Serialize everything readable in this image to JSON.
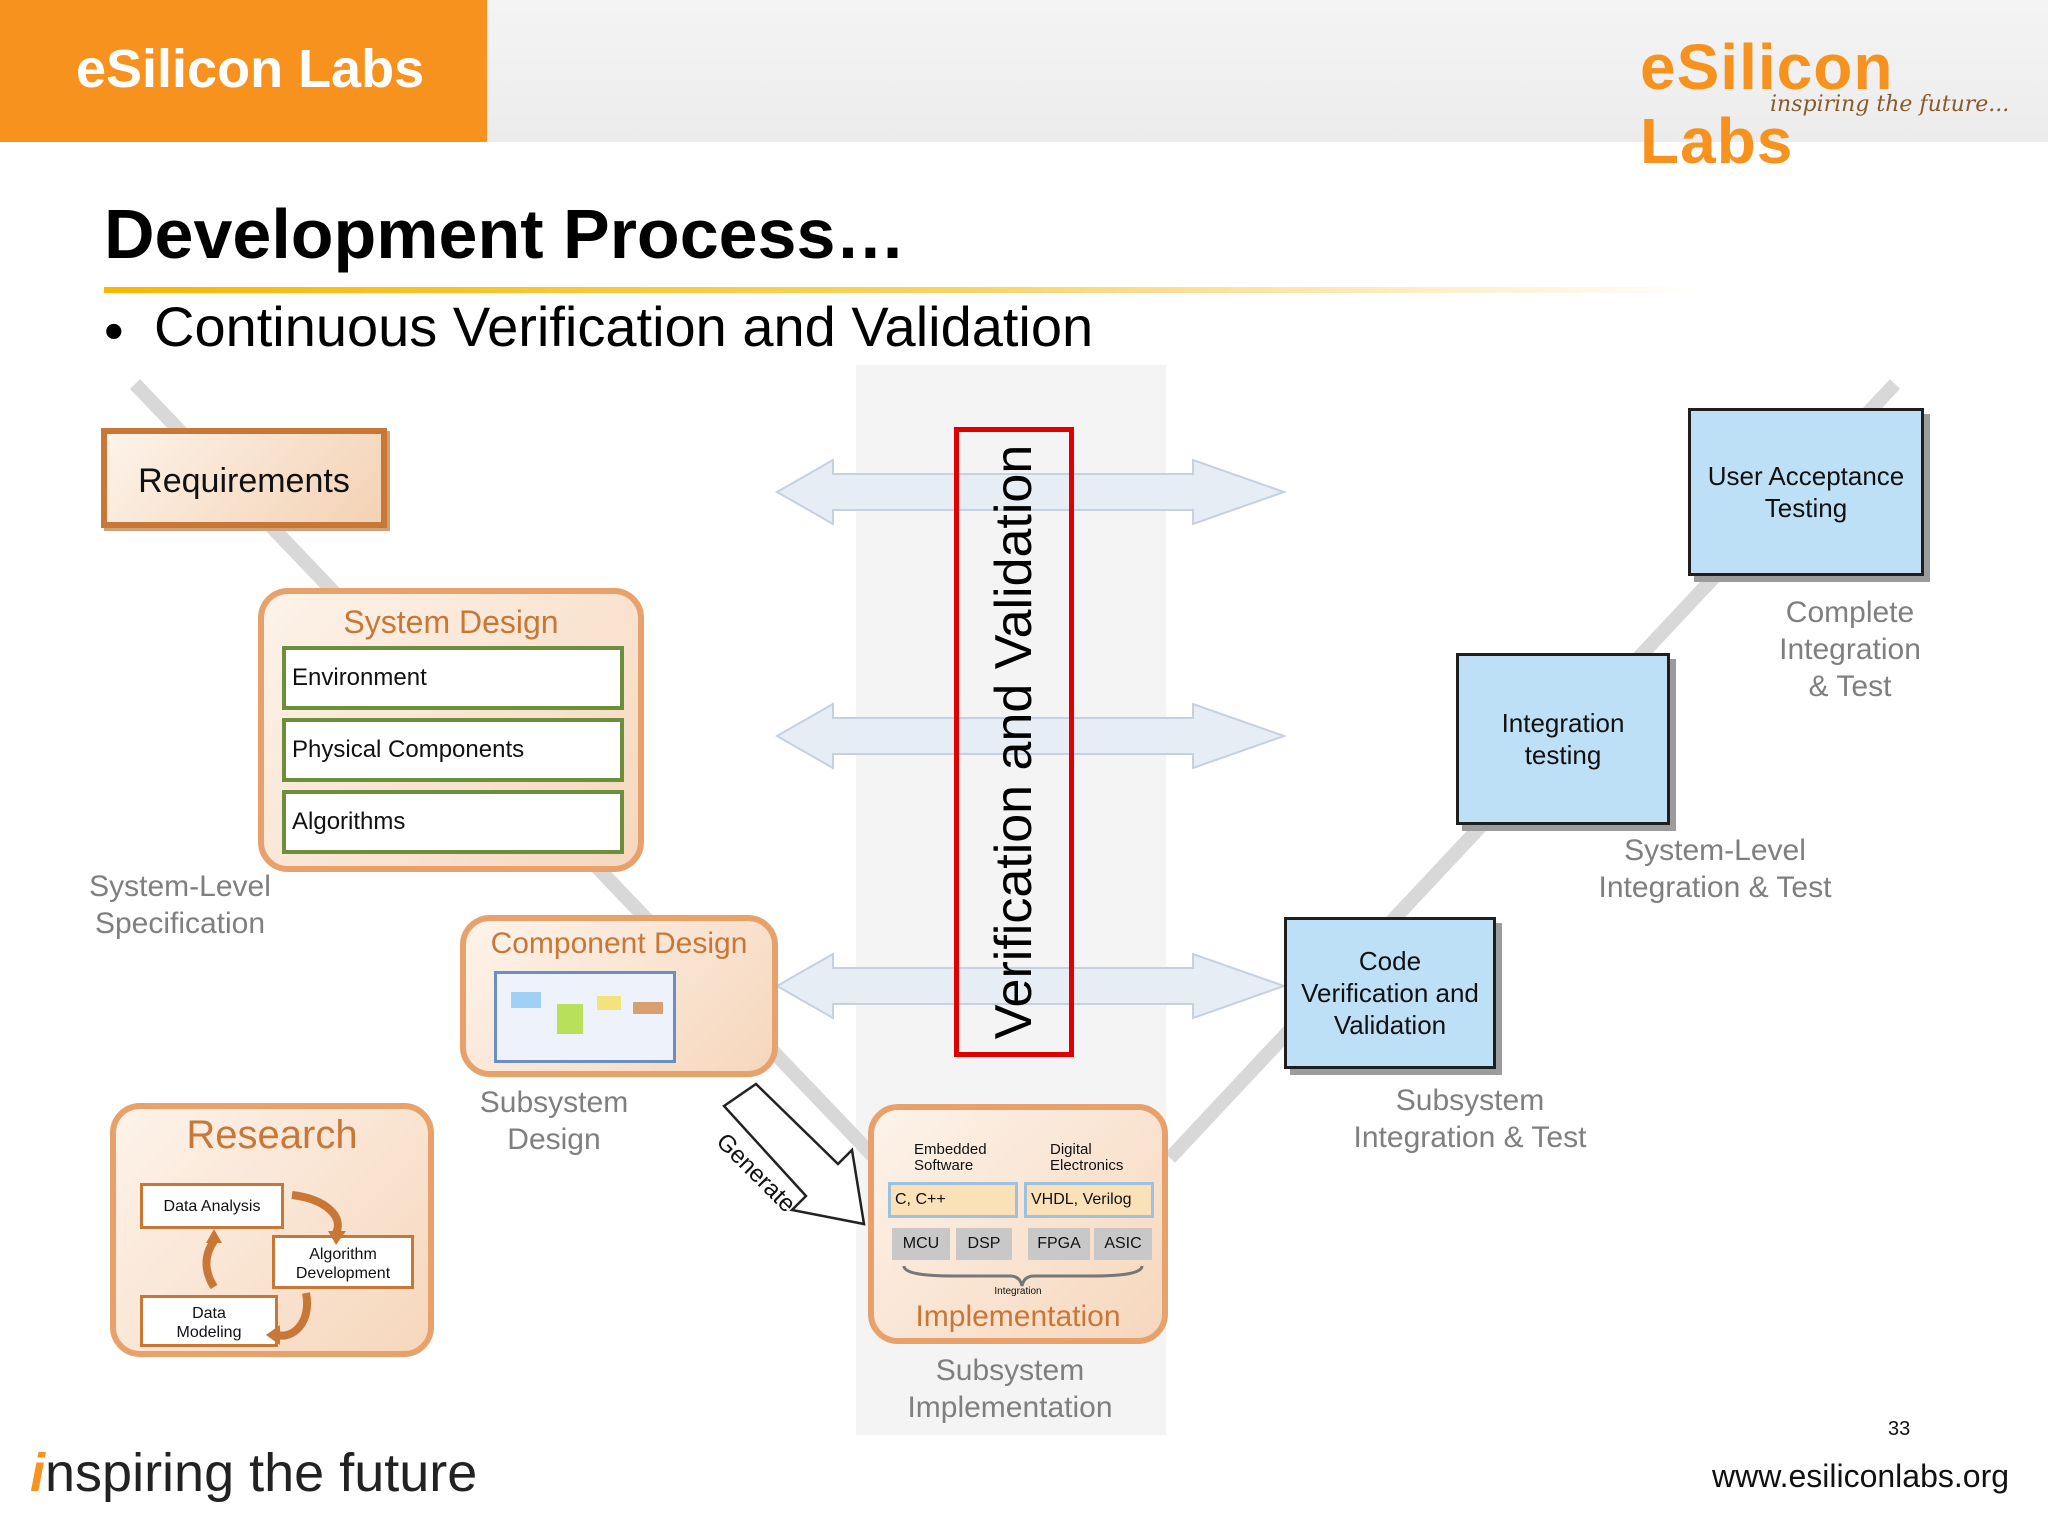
{
  "header": {
    "brand": "eSilicon Labs",
    "logo_name": "eSilicon Labs",
    "logo_tagline": "inspiring the future..."
  },
  "slide": {
    "title": "Development Process…",
    "bullet": "Continuous Verification and Validation"
  },
  "diagram": {
    "requirements": "Requirements",
    "system_design": {
      "title": "System Design",
      "rows": [
        "Environment",
        "Physical Components",
        "Algorithms"
      ],
      "caption": "System-Level\nSpecification"
    },
    "component_design": {
      "title": "Component Design",
      "caption": "Subsystem\nDesign"
    },
    "generate": "Generate",
    "research": {
      "title": "Research",
      "items": [
        "Data Analysis",
        "Algorithm\nDevelopment",
        "Data\nModeling"
      ]
    },
    "implementation": {
      "title": "Implementation",
      "left_header": "Embedded\nSoftware",
      "right_header": "Digital\nElectronics",
      "left_lang": "C, C++",
      "right_lang": "VHDL, Verilog",
      "chips": [
        "MCU",
        "DSP",
        "FPGA",
        "ASIC"
      ],
      "integration_label": "Integration",
      "caption": "Subsystem\nImplementation"
    },
    "verification_label": "Verification and Validation",
    "code_vv": {
      "label": "Code\nVerification and\nValidation",
      "caption": "Subsystem\nIntegration & Test"
    },
    "integration_testing": {
      "label": "Integration\ntesting",
      "caption": "System-Level\nIntegration & Test"
    },
    "user_acceptance": {
      "label": "User Acceptance\nTesting",
      "caption": "Complete\nIntegration\n& Test"
    }
  },
  "footer": {
    "slogan_i": "i",
    "slogan_rest": "nspiring the future",
    "url": "www.esiliconlabs.org",
    "page_number": "33"
  },
  "colors": {
    "brand_orange": "#f7921e",
    "box_border": "#e8a16a",
    "box_text": "#c97737",
    "blue_box": "#bde0f7",
    "vv_border": "#e00000"
  }
}
